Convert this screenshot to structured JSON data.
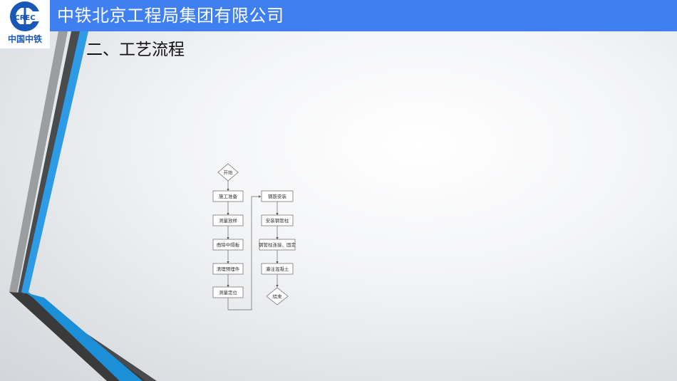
{
  "header": {
    "company_name": "中铁北京工程局集团有限公司",
    "logo_text": "CREC",
    "logo_caption": "中国中铁",
    "bar_color": "#3f7ff0"
  },
  "slide": {
    "section_title": "二、工艺流程"
  },
  "flowchart": {
    "start_label": "开始",
    "left_column": [
      "施工准备",
      "测量放样",
      "凿除中隔板",
      "清理预埋件",
      "测量定位"
    ],
    "right_column": [
      "钢筋安装",
      "安装钢管柱",
      "钢管柱连接、固定",
      "灌注混凝土"
    ],
    "end_label": "结束"
  },
  "colors": {
    "accent_blue": "#2e9fe8",
    "dark_stripe": "#3a3a3a",
    "gray_stripe": "#8a8c8e"
  }
}
